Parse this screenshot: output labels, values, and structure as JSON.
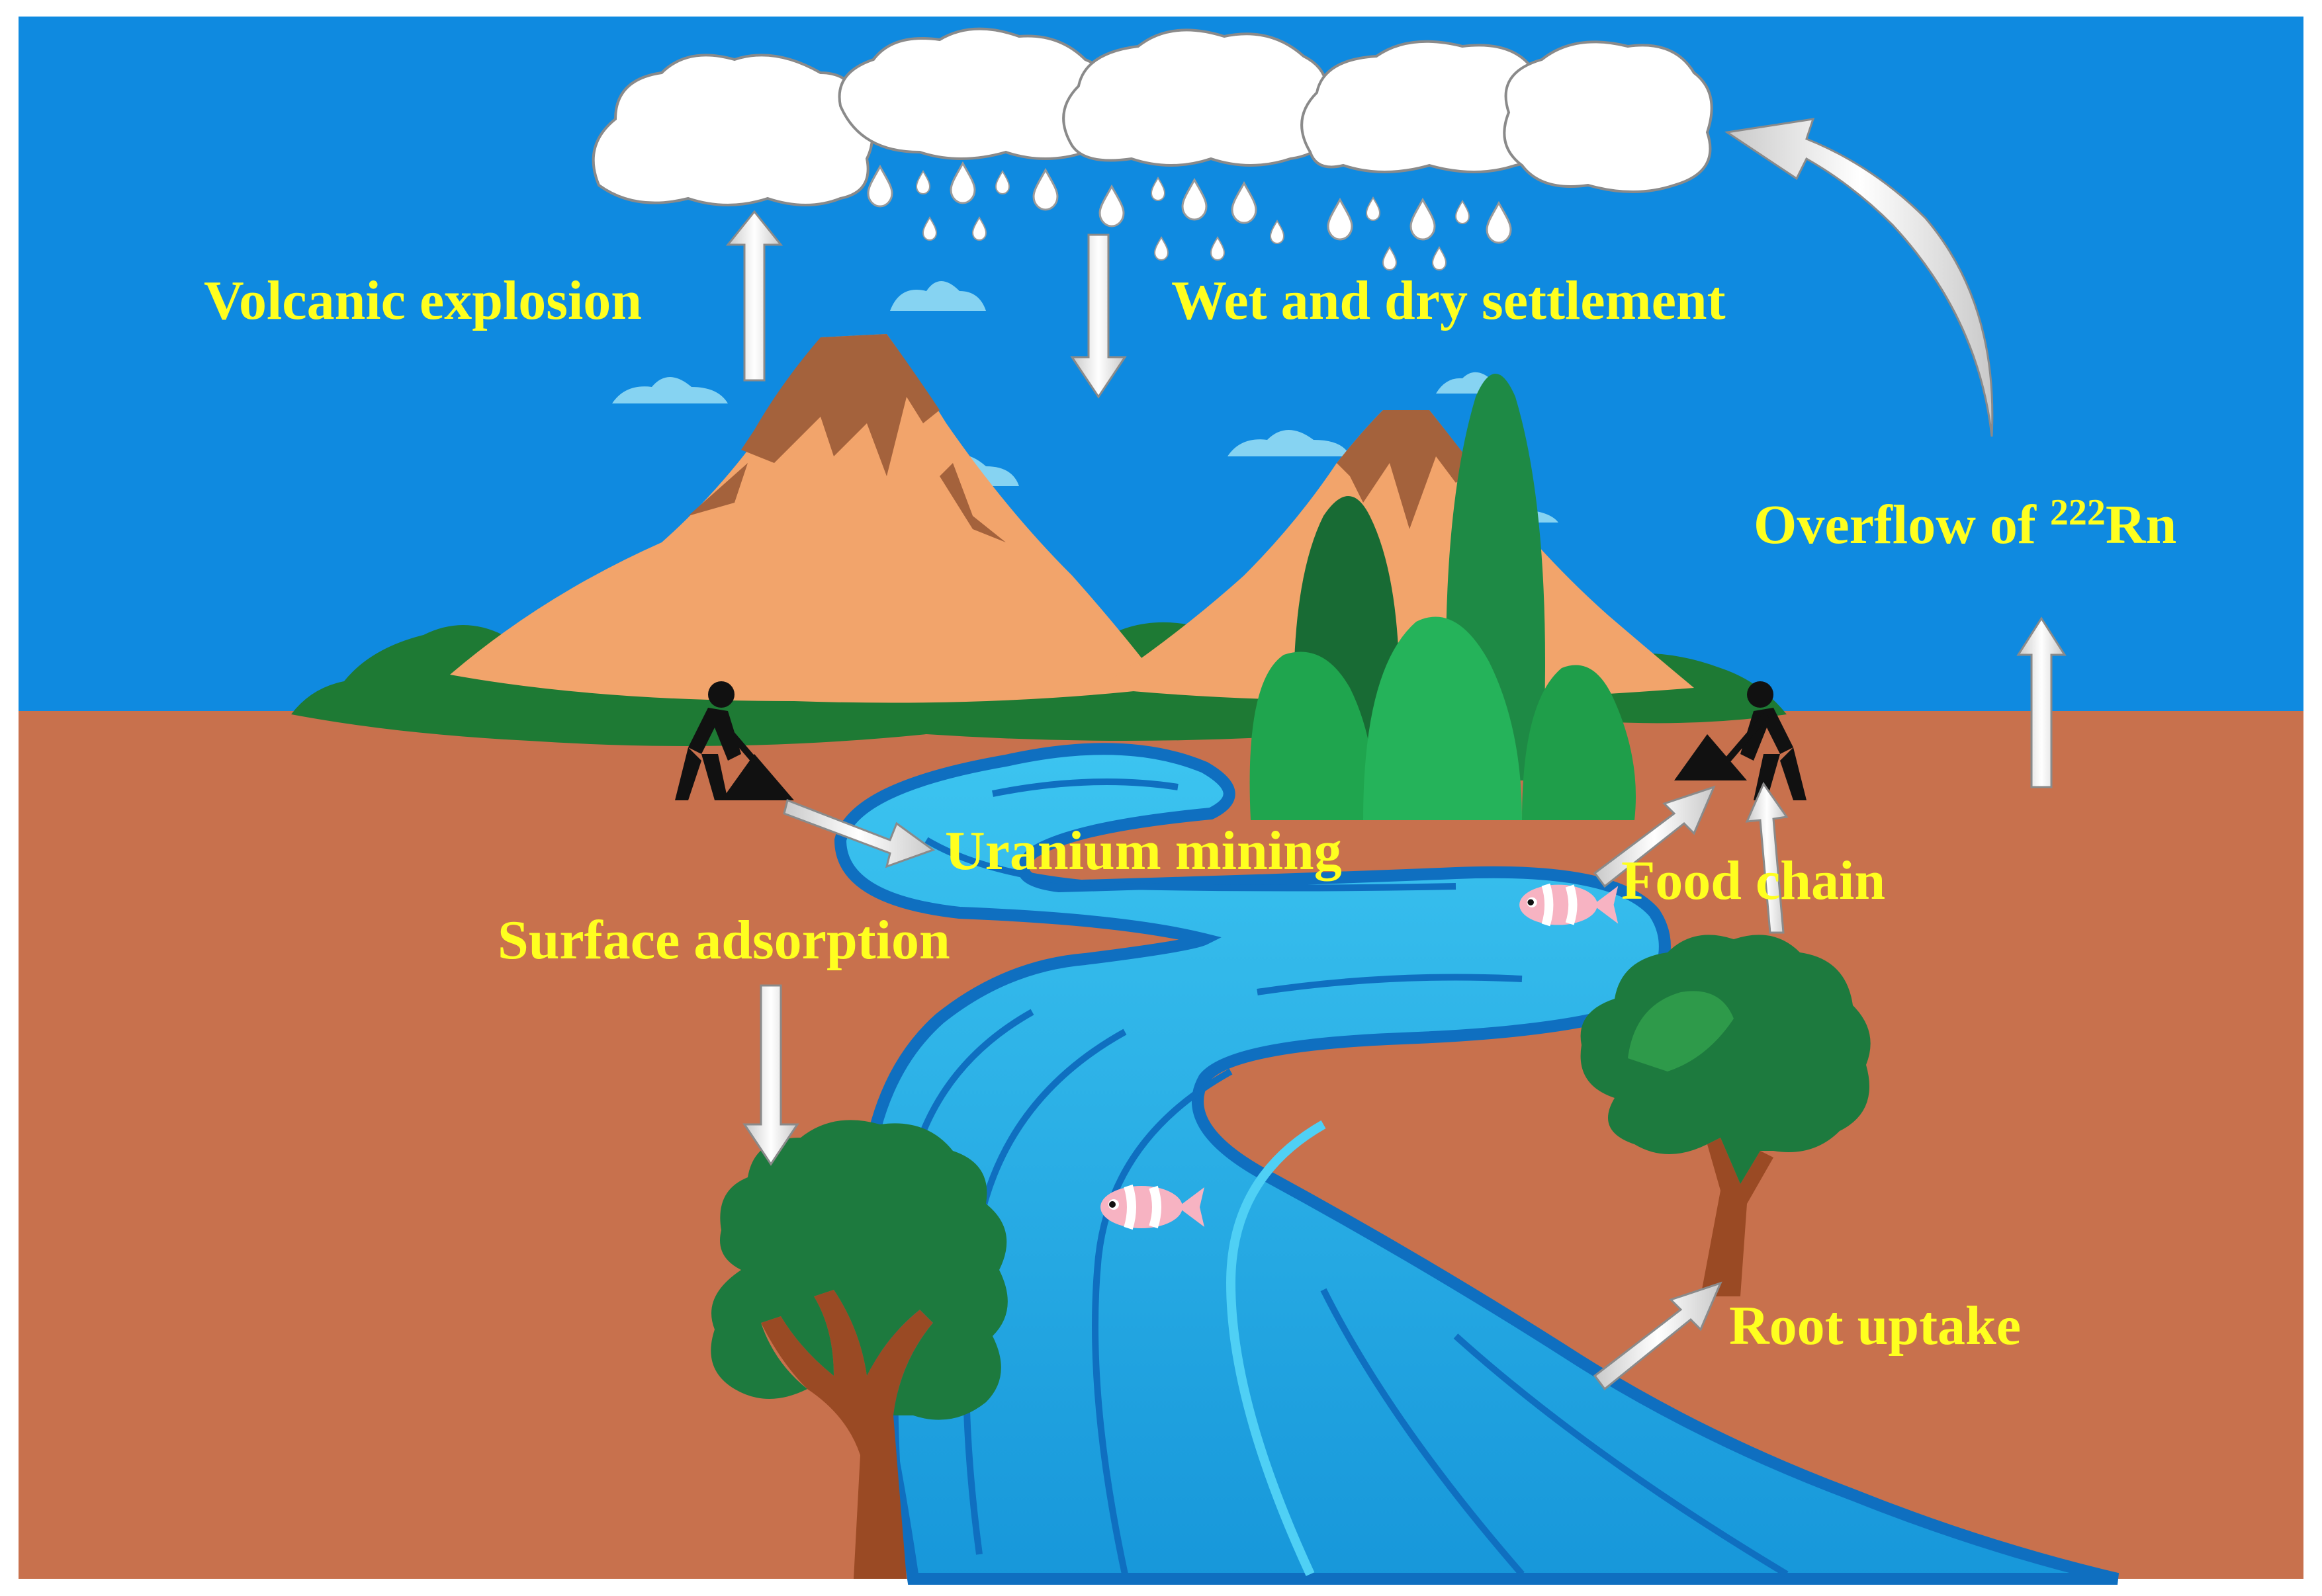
{
  "labels": {
    "volcanic_explosion": "Volcanic explosion",
    "wet_dry_settlement": "Wet and dry settlement",
    "overflow_prefix": "Overflow of ",
    "overflow_isotope": "222",
    "overflow_element": "Rn",
    "uranium_mining": "Uranium mining",
    "food_chain": "Food chain",
    "surface_adsorption": "Surface adsorption",
    "root_uptake": "Root uptake"
  },
  "colors": {
    "sky": "#0f8ae0",
    "ground": "#c8714d",
    "label_text": "#ffff1f",
    "volcano": "#f2a46b",
    "volcano_lava": "#a4623c",
    "hills": "#1e7a34",
    "tree_dark": "#1d7a3e",
    "tree_trunk": "#9a4a24",
    "river": "#1aa6e0",
    "river_edge": "#0f6fc0",
    "cloud": "#ffffff",
    "small_cloud": "#7fcff0",
    "arrow": "#ffffff",
    "fish": "#f4a6b8",
    "miner": "#111111"
  },
  "icons": [
    "cloud-icon",
    "raindrop-icon",
    "volcano-icon",
    "tree-icon",
    "fish-icon",
    "miner-icon",
    "arrow-icon",
    "river-icon"
  ]
}
